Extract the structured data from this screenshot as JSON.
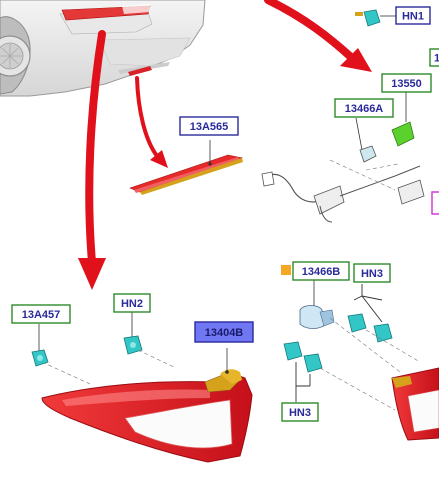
{
  "callouts": {
    "hn1": "HN1",
    "top_right_partial": "1",
    "c13550": "13550",
    "c13466a": "13466A",
    "c13a565": "13A565",
    "c13466b": "13466B",
    "hn3_top": "HN3",
    "c13a457": "13A457",
    "hn2": "HN2",
    "c13404b": "13404B",
    "hn3_bottom": "HN3"
  },
  "colors": {
    "arrow_red": "#e0111b",
    "green_border": "#2f8a2a",
    "blue_border": "#2a2a9a",
    "blue_fill": "#6f78f2",
    "lamp_red": "#e8232c",
    "amber": "#d6a21c",
    "cyan": "#33c6c6",
    "bright_green": "#5bd12e",
    "magenta": "#d43bd9",
    "orange_marker": "#f5a623"
  }
}
